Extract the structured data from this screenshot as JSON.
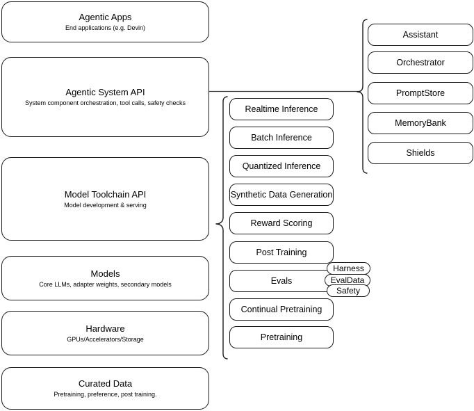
{
  "diagram": {
    "type": "layered-stack-architecture",
    "background_color": "#ffffff",
    "stroke_color": "#1a1a1a",
    "left_stack": [
      {
        "id": "agentic-apps",
        "title": "Agentic Apps",
        "subtitle": "End applications (e.g. Devin)"
      },
      {
        "id": "agentic-system-api",
        "title": "Agentic System API",
        "subtitle": "System component orchestration, tool calls, safety checks"
      },
      {
        "id": "model-toolchain-api",
        "title": "Model Toolchain API",
        "subtitle": "Model development & serving"
      },
      {
        "id": "models",
        "title": "Models",
        "subtitle": "Core LLMs, adapter weights, secondary models"
      },
      {
        "id": "hardware",
        "title": "Hardware",
        "subtitle": "GPUs/Accelerators/Storage"
      },
      {
        "id": "curated-data",
        "title": "Curated Data",
        "subtitle": "Pretraining, preference, post training."
      }
    ],
    "middle_column": {
      "parent": "model-toolchain-api",
      "items": [
        {
          "id": "realtime-inference",
          "label": "Realtime Inference"
        },
        {
          "id": "batch-inference",
          "label": "Batch Inference"
        },
        {
          "id": "quantized-inference",
          "label": "Quantized Inference"
        },
        {
          "id": "synthetic-data-generation",
          "label": "Synthetic Data Generation"
        },
        {
          "id": "reward-scoring",
          "label": "Reward Scoring"
        },
        {
          "id": "post-training",
          "label": "Post Training"
        },
        {
          "id": "evals",
          "label": "Evals"
        },
        {
          "id": "continual-pretraining",
          "label": "Continual Pretraining"
        },
        {
          "id": "pretraining",
          "label": "Pretraining"
        }
      ]
    },
    "evals_pills": [
      {
        "id": "harness",
        "label": "Harness"
      },
      {
        "id": "evaldata",
        "label": "EvalData"
      },
      {
        "id": "safety",
        "label": "Safety"
      }
    ],
    "right_column": {
      "parent": "agentic-system-api",
      "items": [
        {
          "id": "assistant",
          "label": "Assistant"
        },
        {
          "id": "orchestrator",
          "label": "Orchestrator"
        },
        {
          "id": "promptstore",
          "label": "PromptStore"
        },
        {
          "id": "memorybank",
          "label": "MemoryBank"
        },
        {
          "id": "shields",
          "label": "Shields"
        }
      ]
    }
  }
}
